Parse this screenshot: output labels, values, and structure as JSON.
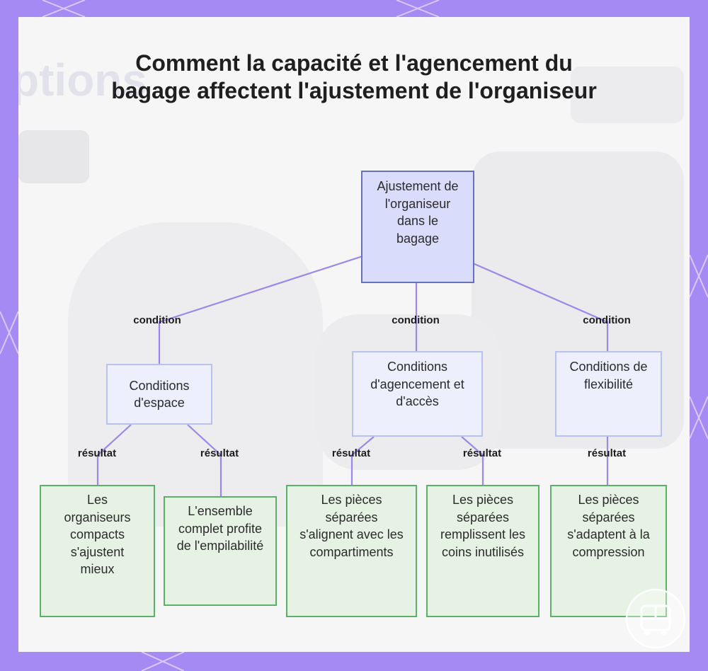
{
  "title": "Comment la capacité et l'agencement du bagage affectent l'ajustement de l'organiseur",
  "colors": {
    "frame": "#a68af4",
    "root_fill": "#d9dcfa",
    "root_border": "#6472bd",
    "condition_fill": "#edeffd",
    "condition_border": "#b9c1ef",
    "result_fill": "#e6f3e4",
    "result_border": "#5cb168",
    "edge": "#9d87e8"
  },
  "background_text": "ptions",
  "root": {
    "label": "Ajustement de l'organiseur dans le bagage"
  },
  "conditions": [
    {
      "label": "Conditions d'espace",
      "edge_label": "condition"
    },
    {
      "label": "Conditions d'agencement et d'accès",
      "edge_label": "condition"
    },
    {
      "label": "Conditions de flexibilité",
      "edge_label": "condition"
    }
  ],
  "results": [
    {
      "label": "Les organiseurs compacts s'ajustent mieux",
      "edge_label": "résultat"
    },
    {
      "label": "L'ensemble complet profite de l'empilabilité",
      "edge_label": "résultat"
    },
    {
      "label": "Les pièces séparées s'alignent avec les compartiments",
      "edge_label": "résultat"
    },
    {
      "label": "Les pièces séparées remplissent les coins inutilisés",
      "edge_label": "résultat"
    },
    {
      "label": "Les pièces séparées s'adaptent à la compression",
      "edge_label": "résultat"
    }
  ],
  "logo_icon": "bus-icon"
}
